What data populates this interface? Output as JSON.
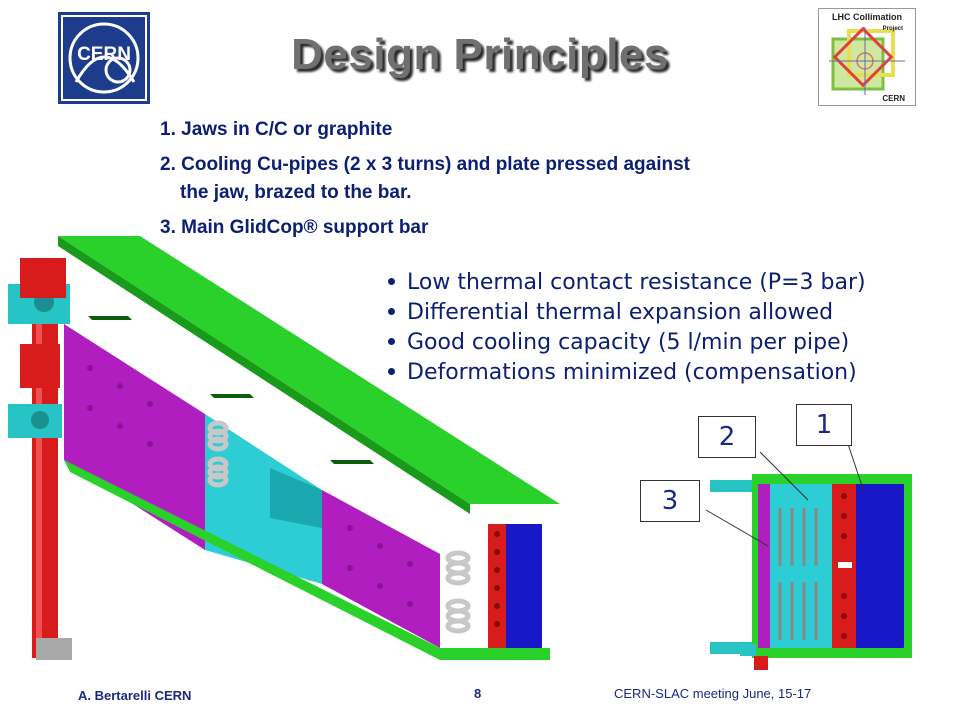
{
  "header": {
    "logo_text": "CERN",
    "title": "Design Principles",
    "project_logo": {
      "line1": "LHC Collimation",
      "line2": "Project",
      "line3": "CERN"
    }
  },
  "numbered": [
    {
      "text": "1. Jaws in C/C or graphite"
    },
    {
      "text": "2. Cooling Cu-pipes (2 x 3 turns) and plate pressed against"
    },
    {
      "text": "the jaw, brazed to the bar."
    },
    {
      "text": "3. Main GlidCop® support bar"
    }
  ],
  "bullets": [
    "Low thermal contact resistance (P=3 bar)",
    "Differential thermal expansion allowed",
    "Good cooling capacity (5 l/min per pipe)",
    "Deformations minimized (compensation)"
  ],
  "labels": {
    "one": "1",
    "two": "2",
    "three": "3"
  },
  "footer": {
    "author": "A. Bertarelli  CERN",
    "page": "8",
    "meeting": "CERN-SLAC  meeting June, 15-17"
  }
}
